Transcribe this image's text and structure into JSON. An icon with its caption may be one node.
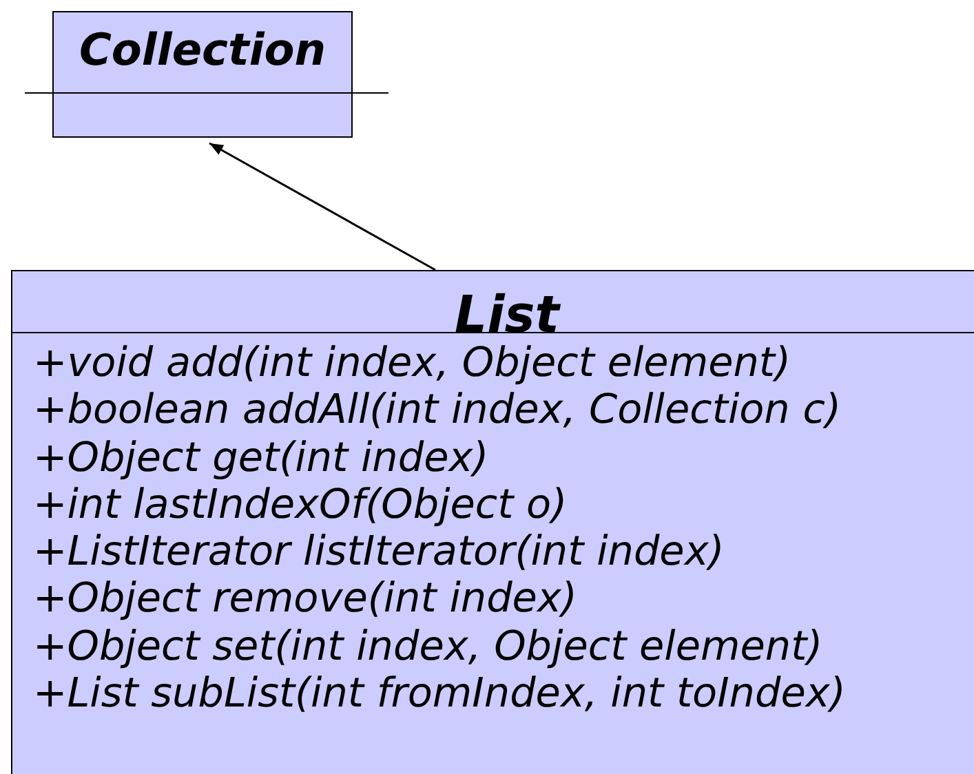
{
  "diagram": {
    "nodes": [
      {
        "text": [
          "Collection"
        ]
      },
      {
        "text": [
          "List",
          "+void add(int index, Object element)",
          "+boolean addAll(int index, Collection c)",
          "+Object get(int index)",
          "+int lastIndexOf(Object o)",
          "+ListIterator listIterator(int index)",
          "+Object remove(int index)",
          "+Object set(int index, Object element)",
          "+List subList(int fromIndex, int toIndex)"
        ]
      }
    ],
    "edges": [
      {
        "from": 1,
        "to": 0,
        "arrow": "to"
      }
    ]
  }
}
